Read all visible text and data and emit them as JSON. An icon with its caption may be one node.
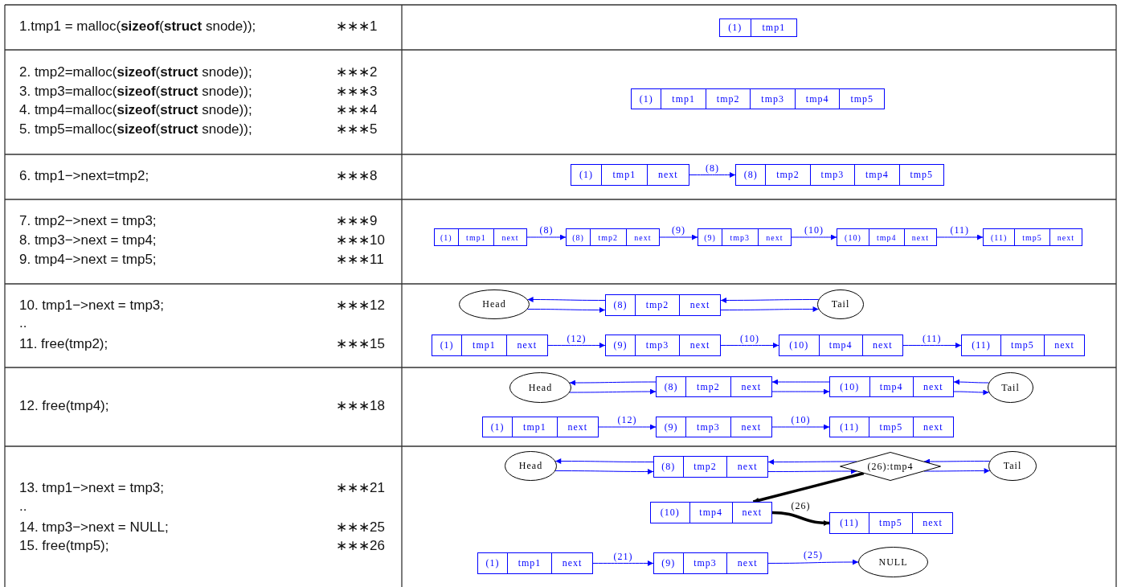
{
  "diagram": {
    "nodes": [
      {
        "text": [
          "(1)",
          "tmp1"
        ]
      },
      {
        "text": [
          "(1)",
          "tmp1",
          "tmp2",
          "tmp3",
          "tmp4",
          "tmp5"
        ]
      },
      {
        "text": [
          "(1)",
          "tmp1",
          "next"
        ]
      },
      {
        "text": [
          "(8)",
          "tmp2",
          "tmp3",
          "tmp4",
          "tmp5"
        ]
      },
      {
        "text": [
          "(1)",
          "tmp1",
          "next"
        ]
      },
      {
        "text": [
          "(8)",
          "tmp2",
          "next"
        ]
      },
      {
        "text": [
          "(9)",
          "tmp3",
          "next"
        ]
      },
      {
        "text": [
          "(10)",
          "tmp4",
          "next"
        ]
      },
      {
        "text": [
          "(11)",
          "tmp5",
          "next"
        ]
      },
      {
        "text": [
          "Head"
        ]
      },
      {
        "text": [
          "(8)",
          "tmp2",
          "next"
        ]
      },
      {
        "text": [
          "Tail"
        ]
      },
      {
        "text": [
          "(1)",
          "tmp1",
          "next"
        ]
      },
      {
        "text": [
          "(9)",
          "tmp3",
          "next"
        ]
      },
      {
        "text": [
          "(10)",
          "tmp4",
          "next"
        ]
      },
      {
        "text": [
          "(11)",
          "tmp5",
          "next"
        ]
      },
      {
        "text": [
          "Head"
        ]
      },
      {
        "text": [
          "(8)",
          "tmp2",
          "next"
        ]
      },
      {
        "text": [
          "(10)",
          "tmp4",
          "next"
        ]
      },
      {
        "text": [
          "Tail"
        ]
      },
      {
        "text": [
          "(1)",
          "tmp1",
          "next"
        ]
      },
      {
        "text": [
          "(9)",
          "tmp3",
          "next"
        ]
      },
      {
        "text": [
          "(11)",
          "tmp5",
          "next"
        ]
      },
      {
        "text": [
          "Head"
        ]
      },
      {
        "text": [
          "(8)",
          "tmp2",
          "next"
        ]
      },
      {
        "text": [
          "(26):tmp4"
        ]
      },
      {
        "text": [
          "Tail"
        ]
      },
      {
        "text": [
          "(10)",
          "tmp4",
          "next"
        ]
      },
      {
        "text": [
          "(11)",
          "tmp5",
          "next"
        ]
      },
      {
        "text": [
          "(1)",
          "tmp1",
          "next"
        ]
      },
      {
        "text": [
          "(9)",
          "tmp3",
          "next"
        ]
      },
      {
        "text": [
          "NULL"
        ]
      }
    ],
    "edges": [
      {
        "from": 2,
        "to": 3,
        "arrow": "to",
        "label": "(8)"
      },
      {
        "from": 4,
        "to": 5,
        "arrow": "to",
        "label": "(8)"
      },
      {
        "from": 5,
        "to": 6,
        "arrow": "to",
        "label": "(9)"
      },
      {
        "from": 6,
        "to": 7,
        "arrow": "to",
        "label": "(10)"
      },
      {
        "from": 7,
        "to": 8,
        "arrow": "to",
        "label": "(11)"
      },
      {
        "from": 10,
        "to": 9,
        "arrow": "to"
      },
      {
        "from": 9,
        "to": 10,
        "arrow": "to"
      },
      {
        "from": 11,
        "to": 10,
        "arrow": "to"
      },
      {
        "from": 10,
        "to": 11,
        "arrow": "to"
      },
      {
        "from": 12,
        "to": 13,
        "arrow": "to",
        "label": "(12)"
      },
      {
        "from": 13,
        "to": 14,
        "arrow": "to",
        "label": "(10)"
      },
      {
        "from": 14,
        "to": 15,
        "arrow": "to",
        "label": "(11)"
      },
      {
        "from": 17,
        "to": 16,
        "arrow": "to"
      },
      {
        "from": 16,
        "to": 17,
        "arrow": "to"
      },
      {
        "from": 18,
        "to": 17,
        "arrow": "to"
      },
      {
        "from": 17,
        "to": 18,
        "arrow": "to"
      },
      {
        "from": 19,
        "to": 18,
        "arrow": "to"
      },
      {
        "from": 18,
        "to": 19,
        "arrow": "to"
      },
      {
        "from": 20,
        "to": 21,
        "arrow": "to",
        "label": "(12)"
      },
      {
        "from": 21,
        "to": 22,
        "arrow": "to",
        "label": "(10)"
      },
      {
        "from": 24,
        "to": 23,
        "arrow": "to"
      },
      {
        "from": 23,
        "to": 24,
        "arrow": "to"
      },
      {
        "from": 25,
        "to": 24,
        "arrow": "to"
      },
      {
        "from": 24,
        "to": 25,
        "arrow": "to"
      },
      {
        "from": 26,
        "to": 25,
        "arrow": "to"
      },
      {
        "from": 25,
        "to": 26,
        "arrow": "to"
      },
      {
        "from": 25,
        "to": 27,
        "arrow": "to",
        "style": "thick",
        "color": "#000000"
      },
      {
        "from": 27,
        "to": 28,
        "arrow": "to",
        "label": "(26)",
        "style": "thick",
        "color": "#000000"
      },
      {
        "from": 29,
        "to": 30,
        "arrow": "to",
        "label": "(21)"
      },
      {
        "from": 30,
        "to": 31,
        "arrow": "to",
        "label": "(25)"
      }
    ],
    "labels": [
      "1.tmp1 = malloc(**sizeof**(**struct** snode));",
      "∗∗∗1",
      "2. tmp2=malloc(**sizeof**(**struct** snode));",
      "∗∗∗2",
      "3. tmp3=malloc(**sizeof**(**struct** snode));",
      "∗∗∗3",
      "4. tmp4=malloc(**sizeof**(**struct** snode));",
      "∗∗∗4",
      "5. tmp5=malloc(**sizeof**(**struct** snode));",
      "∗∗∗5",
      "6. tmp1−>next=tmp2;",
      "∗∗∗8",
      "7. tmp2−>next = tmp3;",
      "∗∗∗9",
      "8. tmp3−>next = tmp4;",
      "∗∗∗10",
      "9. tmp4−>next = tmp5;",
      "∗∗∗11",
      "10. tmp1−>next = tmp3;",
      "∗∗∗12",
      "..",
      "11. free(tmp2);",
      "∗∗∗15",
      "12. free(tmp4);",
      "∗∗∗18",
      "13. tmp1−>next = tmp3;",
      "∗∗∗21",
      "..",
      "14. tmp3−>next = NULL;",
      "∗∗∗25",
      "15. free(tmp5);",
      "∗∗∗26"
    ]
  }
}
